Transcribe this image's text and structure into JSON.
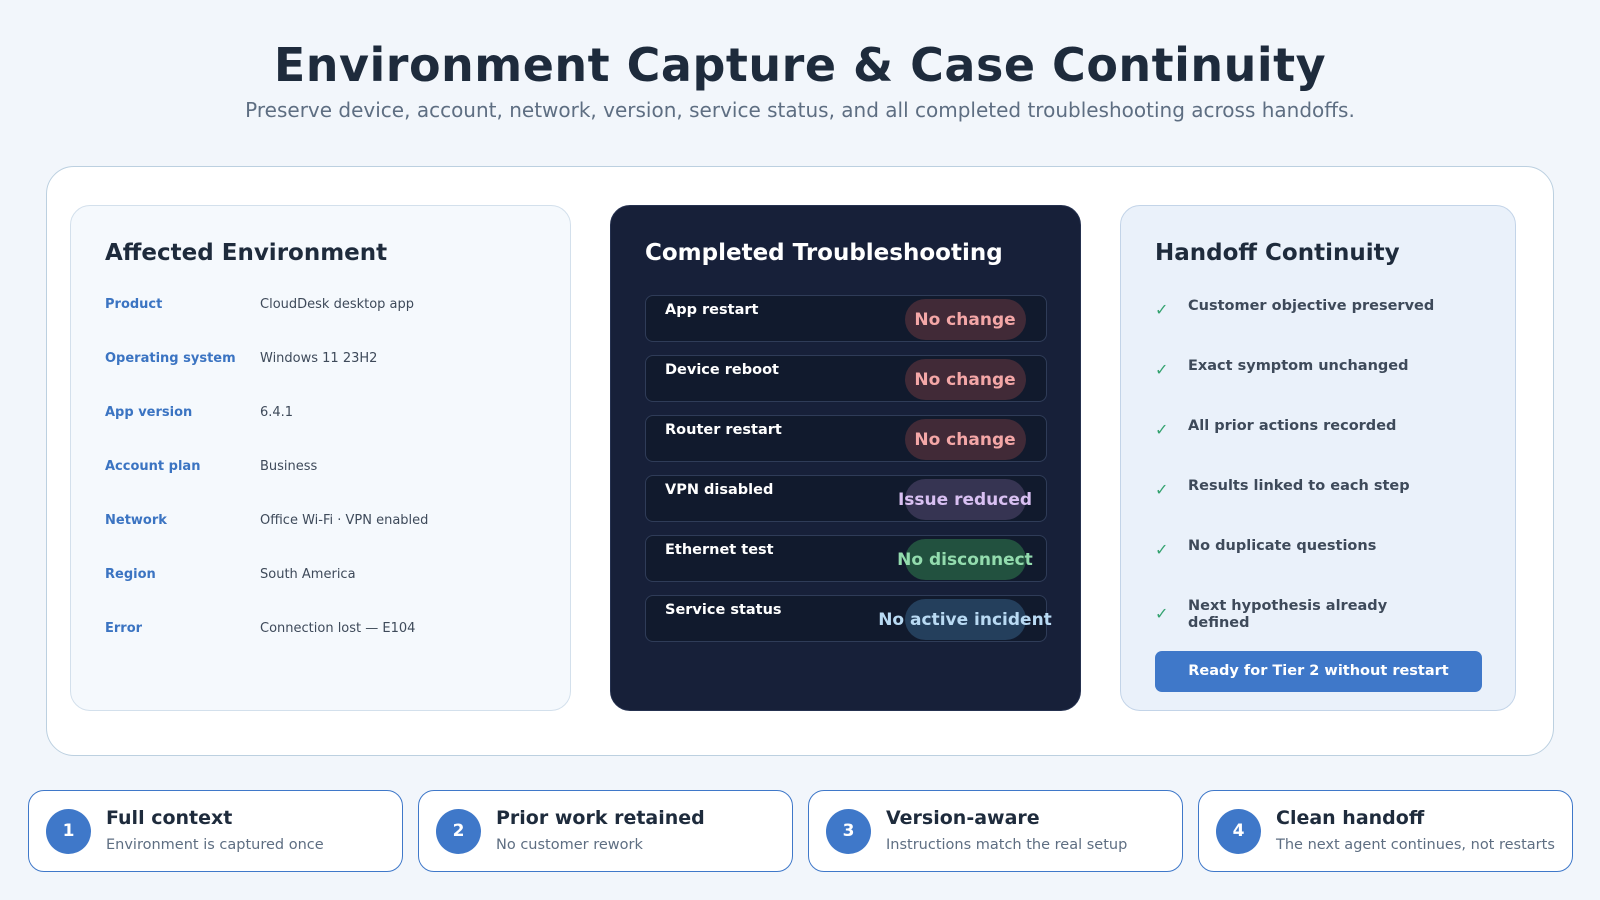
{
  "header": {
    "title": "Environment Capture & Case Continuity",
    "subtitle": "Preserve device, account, network, version, service status, and all completed troubleshooting across handoffs."
  },
  "environment": {
    "title": "Affected Environment",
    "rows": [
      {
        "key": "Product",
        "value": "CloudDesk desktop app"
      },
      {
        "key": "Operating system",
        "value": "Windows 11 23H2"
      },
      {
        "key": "App version",
        "value": "6.4.1"
      },
      {
        "key": "Account plan",
        "value": "Business"
      },
      {
        "key": "Network",
        "value": "Office Wi-Fi · VPN enabled"
      },
      {
        "key": "Region",
        "value": "South America"
      },
      {
        "key": "Error",
        "value": "Connection lost — E104"
      }
    ]
  },
  "troubleshooting": {
    "title": "Completed Troubleshooting",
    "steps": [
      {
        "label": "App restart",
        "result": "No change"
      },
      {
        "label": "Device reboot",
        "result": "No change"
      },
      {
        "label": "Router restart",
        "result": "No change"
      },
      {
        "label": "VPN disabled",
        "result": "Issue reduced"
      },
      {
        "label": "Ethernet test",
        "result": "No disconnect"
      },
      {
        "label": "Service status",
        "result": "No active incident"
      }
    ],
    "colors": {
      "no_change_pill": "#412a37",
      "no_change_text": "#f4a7a7",
      "reduced_pill": "#363452",
      "reduced_text": "#d9c0f2",
      "ok_pill": "#22513f",
      "ok_text": "#93dcae",
      "info_pill": "#243f5c",
      "info_text": "#b9daf3"
    }
  },
  "handoff": {
    "title": "Handoff Continuity",
    "checks": [
      "Customer objective preserved",
      "Exact symptom unchanged",
      "All prior actions recorded",
      "Results linked to each step",
      "No duplicate questions",
      "Next hypothesis already defined"
    ],
    "button_label": "Ready for Tier 2 without restart"
  },
  "features": [
    {
      "number": "1",
      "title": "Full context",
      "desc": "Environment is captured once"
    },
    {
      "number": "2",
      "title": "Prior work retained",
      "desc": "No customer rework"
    },
    {
      "number": "3",
      "title": "Version-aware",
      "desc": "Instructions match the real setup"
    },
    {
      "number": "4",
      "title": "Clean handoff",
      "desc": "The next agent continues, not restarts"
    }
  ]
}
